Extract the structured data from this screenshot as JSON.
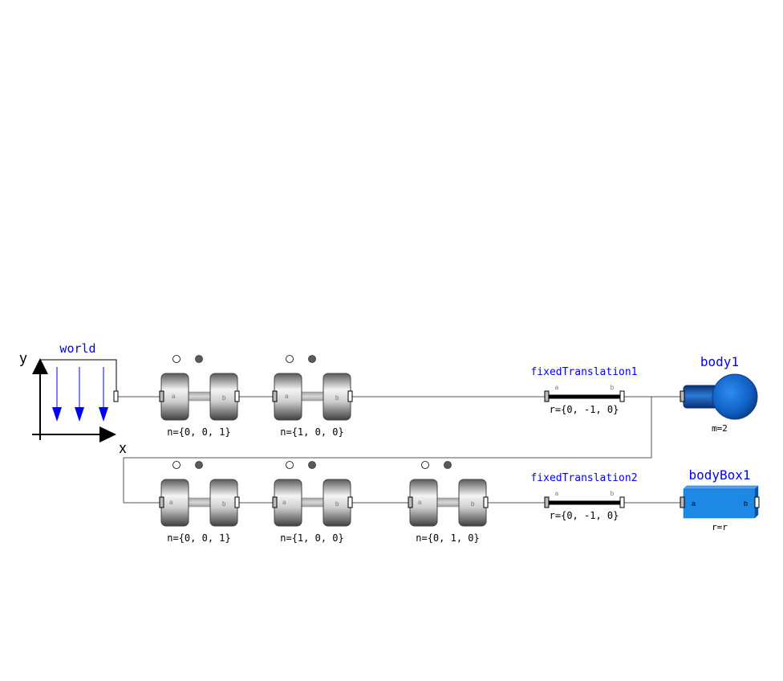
{
  "world": {
    "name": "world",
    "axis_x": "x",
    "axis_y": "y"
  },
  "revolute_labels": {
    "a": "a",
    "b": "b"
  },
  "row1": {
    "revolutes": [
      {
        "label": "n={0, 0, 1}"
      },
      {
        "label": "n={1, 0, 0}"
      }
    ],
    "fixed_translation": {
      "name": "fixedTranslation1",
      "param": "r={0, -1, 0}",
      "port_a": "a",
      "port_b": "b"
    },
    "body": {
      "name": "body1",
      "param": "m=2"
    }
  },
  "row2": {
    "revolutes": [
      {
        "label": "n={0, 0, 1}"
      },
      {
        "label": "n={1, 0, 0}"
      },
      {
        "label": "n={0, 1, 0}"
      }
    ],
    "fixed_translation": {
      "name": "fixedTranslation2",
      "param": "r={0, -1, 0}",
      "port_a": "a",
      "port_b": "b"
    },
    "body_box": {
      "name": "bodyBox1",
      "param": "r=r",
      "port_a": "a",
      "port_b": "b"
    }
  },
  "colors": {
    "component_name": "#0000ff",
    "gravity_arrows": "#0000ff",
    "body_blue": "#1565c0",
    "box_blue": "#1e88e5",
    "connection": "#555555"
  }
}
